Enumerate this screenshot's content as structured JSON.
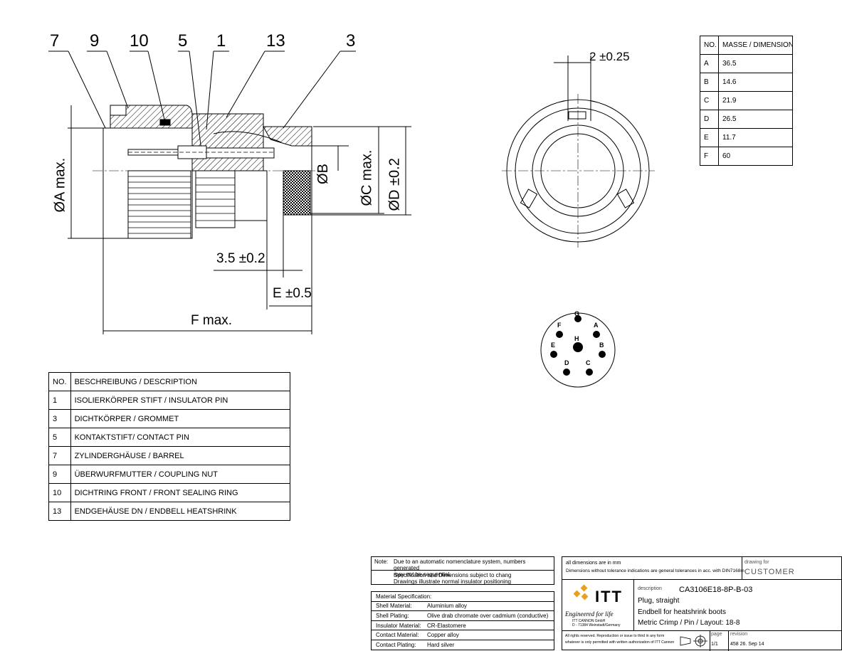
{
  "callouts": {
    "c7": "7",
    "c9": "9",
    "c10": "10",
    "c5": "5",
    "c1": "1",
    "c13": "13",
    "c3": "3"
  },
  "dimensions": {
    "a": "ØA max.",
    "b": "ØB",
    "c": "ØC max.",
    "d": "ØD ±0.2",
    "step": "3.5 ±0.2",
    "e": "E ±0.5",
    "f": "F max.",
    "key": "2 ±0.25"
  },
  "pin_layout": {
    "pins": [
      {
        "label": "G"
      },
      {
        "label": "F"
      },
      {
        "label": "A"
      },
      {
        "label": "H"
      },
      {
        "label": "E"
      },
      {
        "label": "B"
      },
      {
        "label": "D"
      },
      {
        "label": "C"
      }
    ]
  },
  "dimension_table": {
    "header": [
      "NO.",
      "MASSE / DIMENSION"
    ],
    "rows": [
      {
        "no": "A",
        "value": "36.5"
      },
      {
        "no": "B",
        "value": "14.6"
      },
      {
        "no": "C",
        "value": "21.9"
      },
      {
        "no": "D",
        "value": "26.5"
      },
      {
        "no": "E",
        "value": "11.7"
      },
      {
        "no": "F",
        "value": "60"
      }
    ]
  },
  "description_table": {
    "header": [
      "NO.",
      "BESCHREIBUNG / DESCRIPTION"
    ],
    "rows": [
      {
        "no": "1",
        "desc": "ISOLIERKÖRPER STIFT / INSULATOR PIN"
      },
      {
        "no": "3",
        "desc": "DICHTKÖRPER / GROMMET"
      },
      {
        "no": "5",
        "desc": "KONTAKTSTIFT/ CONTACT PIN"
      },
      {
        "no": "7",
        "desc": "ZYLINDERGHÄUSE / BARREL"
      },
      {
        "no": "9",
        "desc": "ÜBERWURFMUTTER / COUPLING NUT"
      },
      {
        "no": "10",
        "desc": "DICHTRING FRONT / FRONT SEALING RING"
      },
      {
        "no": "13",
        "desc": "ENDGEHÄUSE DN / ENDBELL HEATSHRINK"
      }
    ]
  },
  "notes": {
    "label": "Note:",
    "line1": "Due to an automatic nomenclature system, numbers generated",
    "line2": "may not be sequential.",
    "line3": "Specification and Dimensions subject to chang",
    "line4": "Drawings illustrate normal insulator positioning"
  },
  "materials": {
    "title": "Material Specification:",
    "rows": [
      {
        "k": "Shell Material:",
        "v": "Aluminium alloy"
      },
      {
        "k": "Shell Plating:",
        "v": "Olive drab chromate over cadmium (conductive)"
      },
      {
        "k": "Insulator Material:",
        "v": "CR-Elastomere"
      },
      {
        "k": "Contact Material:",
        "v": "Copper alloy"
      },
      {
        "k": "Contact Plating:",
        "v": "Hard silver"
      }
    ]
  },
  "title_block": {
    "dims_in": "all dimensions are in mm",
    "tolerance": "Dimensions without tolerance indications are general tolerances in acc. with DIN7168m",
    "drawing_for_label": "drawing for",
    "drawing_for": "CUSTOMER",
    "logo_text": "ITT",
    "tagline": "Engineered for life",
    "company1": "ITT CANNON GmbH",
    "company2": "D - 71384 Weinstadt/Germany",
    "description_label": "description",
    "part_number": "CA3106E18-8P-B-03",
    "desc1": "Plug, straight",
    "desc2": "Endbell for heatshrink boots",
    "desc3": "Metric Crimp / Pin / Layout: 18-8",
    "rights1": "All rights reserved. Reproduction or issue to third in any form",
    "rights2": "whatever is only permitted with written authorization of ITT Cannon",
    "page_label": "page",
    "page": "1/1",
    "revision_label": "revision",
    "revision": "458 26. Sep 14"
  },
  "colors": {
    "line": "#000000",
    "paper": "#ffffff"
  }
}
